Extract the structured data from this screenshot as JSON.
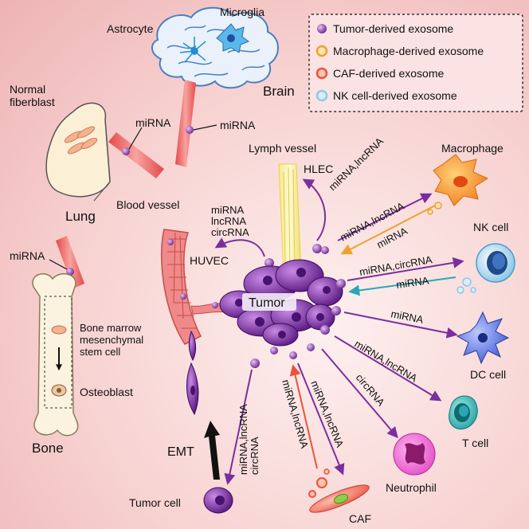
{
  "legend": {
    "items": [
      {
        "label": "Tumor-derived exosome",
        "color": "#7b2f9e"
      },
      {
        "label": "Macrophage-derived exosome",
        "color": "#f0a030"
      },
      {
        "label": "CAF-derived exosome",
        "color": "#e8553a"
      },
      {
        "label": "NK cell-derived exosome",
        "color": "#8fc8e8"
      }
    ]
  },
  "organs": {
    "astrocyte": "Astrocyte",
    "microglia": "Microglia",
    "brain": "Brain",
    "normal_fibroblast_1": "Normal",
    "normal_fibroblast_2": "fiberblast",
    "lung": "Lung",
    "blood_vessel": "Blood vessel",
    "bone": "Bone",
    "bone_marrow_1": "Bone marrow",
    "bone_marrow_2": "mesenchymal",
    "bone_marrow_3": "stem cell",
    "osteoblast": "Osteoblast"
  },
  "center": {
    "tumor": "Tumor",
    "huvec": "HUVEC",
    "hlec": "HLEC",
    "lymph_vessel": "Lymph vessel",
    "emt": "EMT"
  },
  "cells": {
    "macrophage": "Macrophage",
    "nk_cell": "NK cell",
    "dc_cell": "DC cell",
    "t_cell": "T cell",
    "neutrophil": "Neutrophil",
    "caf": "CAF",
    "tumor_cell": "Tumor cell"
  },
  "cargo": {
    "lung_mirna": "miRNA",
    "brain_mirna": "miRNA",
    "bone_mirna": "miRNA",
    "huvec_1": "miRNA",
    "huvec_2": "lncRNA",
    "huvec_3": "circRNA",
    "hlec": "miRNA,lncRNA",
    "macrophage_out": "miRNA,lncRNA",
    "macrophage_in": "miRNA",
    "nk_out": "miRNA,circRNA",
    "nk_in": "miRNA",
    "dc": "miRNA",
    "t_cell": "miRNA,lncRNA",
    "neutrophil": "circRNA",
    "caf_out": "miRNA,lncRNA",
    "caf_in": "miRNA,lncRNA",
    "tumor_cell_1": "miRNA,lncRNA",
    "tumor_cell_2": "circRNA"
  }
}
